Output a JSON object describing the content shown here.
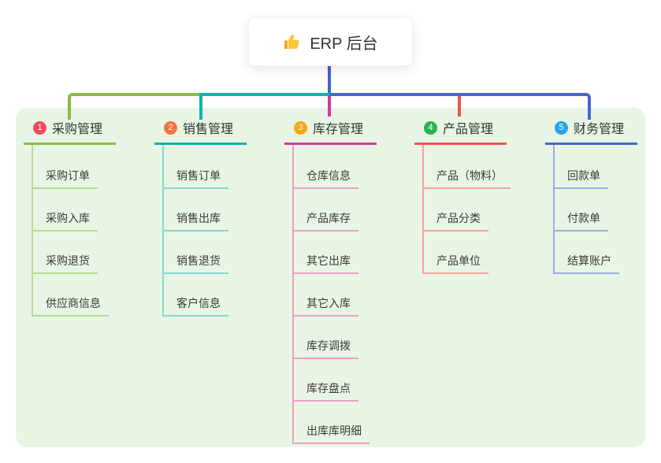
{
  "root": {
    "label": "ERP 后台",
    "icon": "thumbs-up-icon"
  },
  "panel": {
    "background": "#e8f5e4"
  },
  "connector": {
    "root_color": "#4762d1"
  },
  "branches": [
    {
      "number": "1",
      "label": "采购管理",
      "badge_color": "#f4495e",
      "line_color": "#8abc45",
      "child_line_color": "#b7db8d",
      "children": [
        "采购订单",
        "采购入库",
        "采购退货",
        "供应商信息"
      ]
    },
    {
      "number": "2",
      "label": "销售管理",
      "badge_color": "#f2743e",
      "line_color": "#0fb3ae",
      "child_line_color": "#85d7d1",
      "children": [
        "销售订单",
        "销售出库",
        "销售退货",
        "客户信息"
      ]
    },
    {
      "number": "3",
      "label": "库存管理",
      "badge_color": "#f9a61a",
      "line_color": "#d03c98",
      "child_line_color": "#ef9dc8",
      "children": [
        "仓库信息",
        "产品库存",
        "其它出库",
        "其它入库",
        "库存调拨",
        "库存盘点",
        "出库库明细"
      ]
    },
    {
      "number": "4",
      "label": "产品管理",
      "badge_color": "#28b450",
      "line_color": "#ef554d",
      "child_line_color": "#f7a39c",
      "children": [
        "产品（物料）",
        "产品分类",
        "产品单位"
      ]
    },
    {
      "number": "5",
      "label": "财务管理",
      "badge_color": "#28a3e8",
      "line_color": "#4566cf",
      "child_line_color": "#9cb0e2",
      "children": [
        "回款单",
        "付款单",
        "结算账户"
      ]
    }
  ]
}
